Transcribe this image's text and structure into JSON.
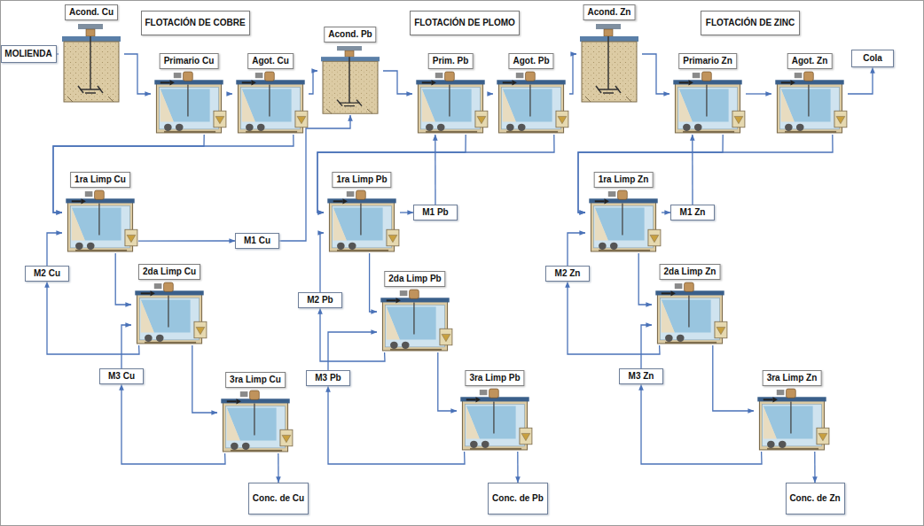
{
  "diagram": {
    "nodes": [
      {
        "text": [
          "FLOTACIÓN DE COBRE"
        ]
      },
      {
        "text": [
          "MOLIENDA"
        ]
      },
      {
        "text": [
          "Acond. Cu"
        ]
      },
      {
        "text": [
          "Primario Cu"
        ]
      },
      {
        "text": [
          "Agot. Cu"
        ]
      },
      {
        "text": [
          "1ra Limp Cu"
        ]
      },
      {
        "text": [
          "2da Limp Cu"
        ]
      },
      {
        "text": [
          "3ra Limp Cu"
        ]
      },
      {
        "text": [
          "M1 Cu"
        ]
      },
      {
        "text": [
          "M2 Cu"
        ]
      },
      {
        "text": [
          "M3 Cu"
        ]
      },
      {
        "text": [
          "Conc. de Cu"
        ]
      },
      {
        "text": [
          "FLOTACIÓN DE PLOMO"
        ]
      },
      {
        "text": [
          "Acond. Pb"
        ]
      },
      {
        "text": [
          "Prim. Pb"
        ]
      },
      {
        "text": [
          "Agot. Pb"
        ]
      },
      {
        "text": [
          "M1 Pb"
        ]
      },
      {
        "text": [
          "1ra Limp Pb"
        ]
      },
      {
        "text": [
          "2da Limp Pb"
        ]
      },
      {
        "text": [
          "M2 Pb"
        ]
      },
      {
        "text": [
          "3ra Limp Pb"
        ]
      },
      {
        "text": [
          "M3 Pb"
        ]
      },
      {
        "text": [
          "Conc. de Pb"
        ]
      },
      {
        "text": [
          "FLOTACIÓN DE ZINC"
        ]
      },
      {
        "text": [
          "Acond. Zn"
        ]
      },
      {
        "text": [
          "Primario Zn"
        ]
      },
      {
        "text": [
          "Agot. Zn"
        ]
      },
      {
        "text": [
          "Cola"
        ]
      },
      {
        "text": [
          "M1 Zn"
        ]
      },
      {
        "text": [
          "1ra Limp Zn"
        ]
      },
      {
        "text": [
          "2da Limp Zn"
        ]
      },
      {
        "text": [
          "M2 Zn"
        ]
      },
      {
        "text": [
          "3ra Limp Zn"
        ]
      },
      {
        "text": [
          "M3 Zn"
        ]
      },
      {
        "text": [
          "Conc. de Zn"
        ]
      }
    ],
    "edges": [
      {
        "from": 1,
        "to": 2,
        "arrow": "to"
      },
      {
        "from": 2,
        "to": 3,
        "arrow": "to"
      },
      {
        "from": 3,
        "to": 4,
        "arrow": "to"
      },
      {
        "from": 4,
        "to": 13,
        "arrow": "to"
      },
      {
        "from": 3,
        "to": 5,
        "arrow": "to"
      },
      {
        "from": 4,
        "to": 5,
        "arrow": "to"
      },
      {
        "from": 5,
        "to": 6,
        "arrow": "to"
      },
      {
        "from": 5,
        "to": 8,
        "arrow": "to"
      },
      {
        "from": 8,
        "to": 13,
        "arrow": "to"
      },
      {
        "from": 6,
        "to": 9,
        "arrow": "to"
      },
      {
        "from": 9,
        "to": 5,
        "arrow": "to"
      },
      {
        "from": 6,
        "to": 7,
        "arrow": "to"
      },
      {
        "from": 7,
        "to": 10,
        "arrow": "to"
      },
      {
        "from": 10,
        "to": 6,
        "arrow": "to"
      },
      {
        "from": 7,
        "to": 11,
        "arrow": "to"
      },
      {
        "from": 13,
        "to": 14,
        "arrow": "to"
      },
      {
        "from": 14,
        "to": 15,
        "arrow": "to"
      },
      {
        "from": 15,
        "to": 24,
        "arrow": "to"
      },
      {
        "from": 14,
        "to": 17,
        "arrow": "to"
      },
      {
        "from": 15,
        "to": 17,
        "arrow": "to"
      },
      {
        "from": 17,
        "to": 16,
        "arrow": "to"
      },
      {
        "from": 16,
        "to": 14,
        "arrow": "to"
      },
      {
        "from": 17,
        "to": 18,
        "arrow": "to"
      },
      {
        "from": 18,
        "to": 19,
        "arrow": "to"
      },
      {
        "from": 19,
        "to": 17,
        "arrow": "to"
      },
      {
        "from": 18,
        "to": 20,
        "arrow": "to"
      },
      {
        "from": 20,
        "to": 21,
        "arrow": "to"
      },
      {
        "from": 21,
        "to": 18,
        "arrow": "to"
      },
      {
        "from": 20,
        "to": 22,
        "arrow": "to"
      },
      {
        "from": 24,
        "to": 25,
        "arrow": "to"
      },
      {
        "from": 25,
        "to": 26,
        "arrow": "to"
      },
      {
        "from": 26,
        "to": 27,
        "arrow": "to"
      },
      {
        "from": 25,
        "to": 29,
        "arrow": "to"
      },
      {
        "from": 26,
        "to": 29,
        "arrow": "to"
      },
      {
        "from": 29,
        "to": 28,
        "arrow": "to"
      },
      {
        "from": 28,
        "to": 25,
        "arrow": "to"
      },
      {
        "from": 29,
        "to": 30,
        "arrow": "to"
      },
      {
        "from": 30,
        "to": 31,
        "arrow": "to"
      },
      {
        "from": 31,
        "to": 29,
        "arrow": "to"
      },
      {
        "from": 30,
        "to": 32,
        "arrow": "to"
      },
      {
        "from": 32,
        "to": 33,
        "arrow": "to"
      },
      {
        "from": 33,
        "to": 30,
        "arrow": "to"
      },
      {
        "from": 32,
        "to": 34,
        "arrow": "to"
      }
    ]
  }
}
